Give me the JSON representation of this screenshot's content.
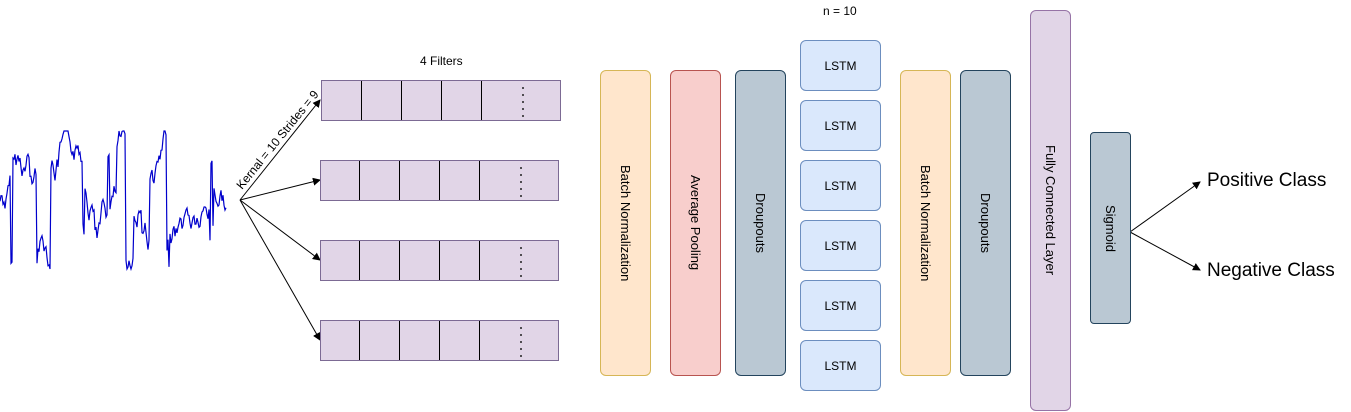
{
  "filters_label": "4 Filters",
  "kernel_label": "Kernal = 10 Strides = 9",
  "lstm_count_label": "n = 10",
  "blocks": {
    "batch_norm_1": "Batch Normalization",
    "avg_pool": "Average Pooling",
    "dropout_1": "Droupouts",
    "batch_norm_2": "Batch Normalization",
    "dropout_2": "Droupouts",
    "fully_connected": "Fully Connected Layer",
    "sigmoid": "Sigmoid"
  },
  "lstm_cells": [
    "LSTM",
    "LSTM",
    "LSTM",
    "LSTM",
    "LSTM",
    "LSTM"
  ],
  "outputs": {
    "positive": "Positive Class",
    "negative": "Negative Class"
  },
  "colors": {
    "signal": "#0000cc",
    "filter_fill": "#e1d5e7",
    "batch_norm_fill": "#ffe6cc",
    "batch_norm_stroke": "#d6b656",
    "avg_pool_fill": "#f8cecc",
    "avg_pool_stroke": "#b85450",
    "dropout_fill": "#bac8d3",
    "dropout_stroke": "#23445d",
    "lstm_fill": "#dae8fc",
    "lstm_stroke": "#6c8ebf",
    "fc_fill": "#e1d5e7",
    "fc_stroke": "#9673a6"
  }
}
